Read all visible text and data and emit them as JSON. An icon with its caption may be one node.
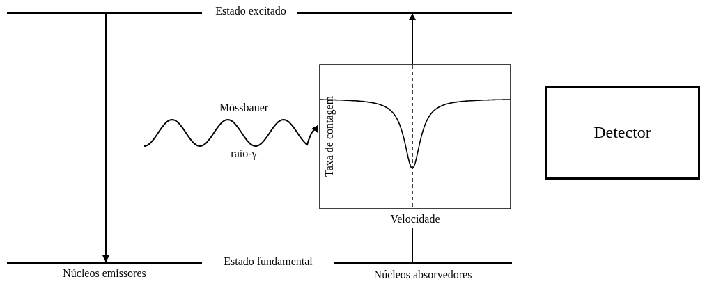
{
  "diagram": {
    "nodes": [
      {
        "text": [],
        "shape": "bar"
      },
      {
        "text": [],
        "shape": "bar"
      },
      {
        "text": [],
        "shape": "bar",
        "beside": [
          "Núcleos emissores"
        ]
      },
      {
        "text": [],
        "shape": "bar",
        "beside": [
          "Núcleos absorvedores"
        ]
      },
      {
        "text": [
          "Taxa de contagem",
          "Velocidade"
        ]
      },
      {
        "text": [
          "Detector"
        ]
      }
    ],
    "edges": [
      {
        "from": 0,
        "to": 2,
        "arrow": "to"
      },
      {
        "from": 3,
        "to": 4,
        "arrow": "none"
      },
      {
        "from": 4,
        "to": 1,
        "arrow": "to"
      },
      {
        "from": null,
        "to": 4,
        "arrow": "to"
      }
    ],
    "labels": [
      "Estado excitado",
      "Mössbauer",
      "raio-γ",
      "Estado fundamental"
    ]
  }
}
